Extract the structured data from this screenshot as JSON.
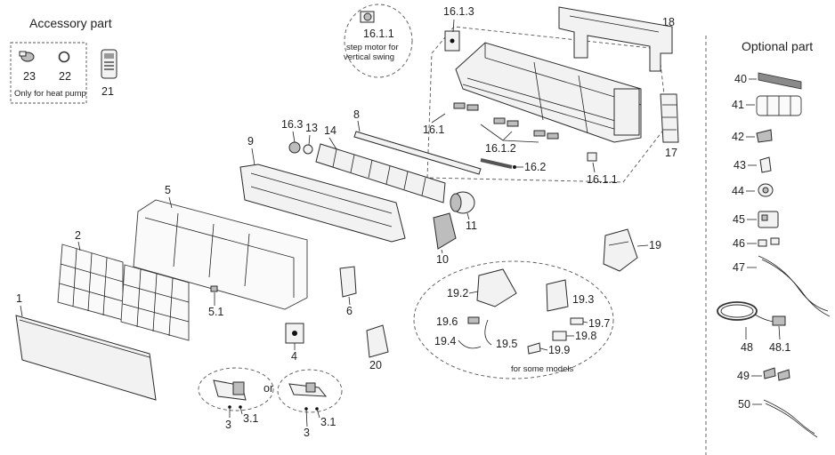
{
  "sections": {
    "accessory_title": "Accessory part",
    "optional_title": "Optional part"
  },
  "accessory": {
    "part_23": "23",
    "part_22": "22",
    "part_21": "21",
    "note": "Only for heat pump"
  },
  "callout_1611": {
    "label": "16.1.1",
    "caption_line1": "step motor for",
    "caption_line2": "vertical swing"
  },
  "labels": {
    "p16_1_3": "16.1.3",
    "p18": "18",
    "p16_1": "16.1",
    "p16_1_2": "16.1.2",
    "p16_2": "16.2",
    "p16_1_1b": "16.1.1",
    "p17": "17",
    "p8": "8",
    "p16_3": "16.3",
    "p13": "13",
    "p14": "14",
    "p9": "9",
    "p5": "5",
    "p2": "2",
    "p1": "1",
    "p5_1": "5.1",
    "p11": "11",
    "p10": "10",
    "p6": "6",
    "p4": "4",
    "p20": "20",
    "p19": "19",
    "p3a": "3",
    "p3_1a": "3.1",
    "or": "or",
    "p3b": "3",
    "p3_1b": "3.1"
  },
  "group19": {
    "p19_2": "19.2",
    "p19_3": "19.3",
    "p19_6": "19.6",
    "p19_7": "19.7",
    "p19_8": "19.8",
    "p19_4": "19.4",
    "p19_5": "19.5",
    "p19_9": "19.9",
    "note": "for some models"
  },
  "optional": {
    "p40": "40",
    "p41": "41",
    "p42": "42",
    "p43": "43",
    "p44": "44",
    "p45": "45",
    "p46": "46",
    "p47": "47",
    "p48": "48",
    "p48_1": "48.1",
    "p49": "49",
    "p50": "50"
  }
}
